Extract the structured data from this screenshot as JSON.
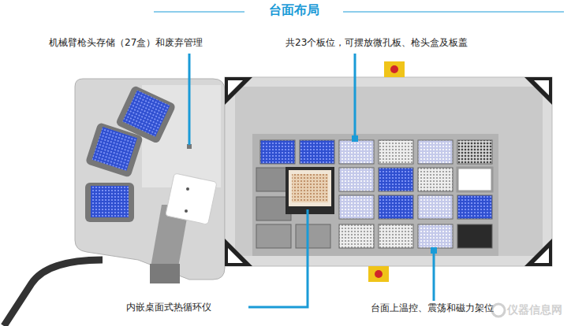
{
  "diagram": {
    "title": "台面布局",
    "labels": [
      "机械臂枪头存储（27盒）和废弃管理",
      "共23个板位，可摆放微孔板、枪头盒及板盖",
      "内嵌桌面式热循环仪",
      "台面上温控、震荡和磁力架位",
      "仪器信息网"
    ]
  }
}
